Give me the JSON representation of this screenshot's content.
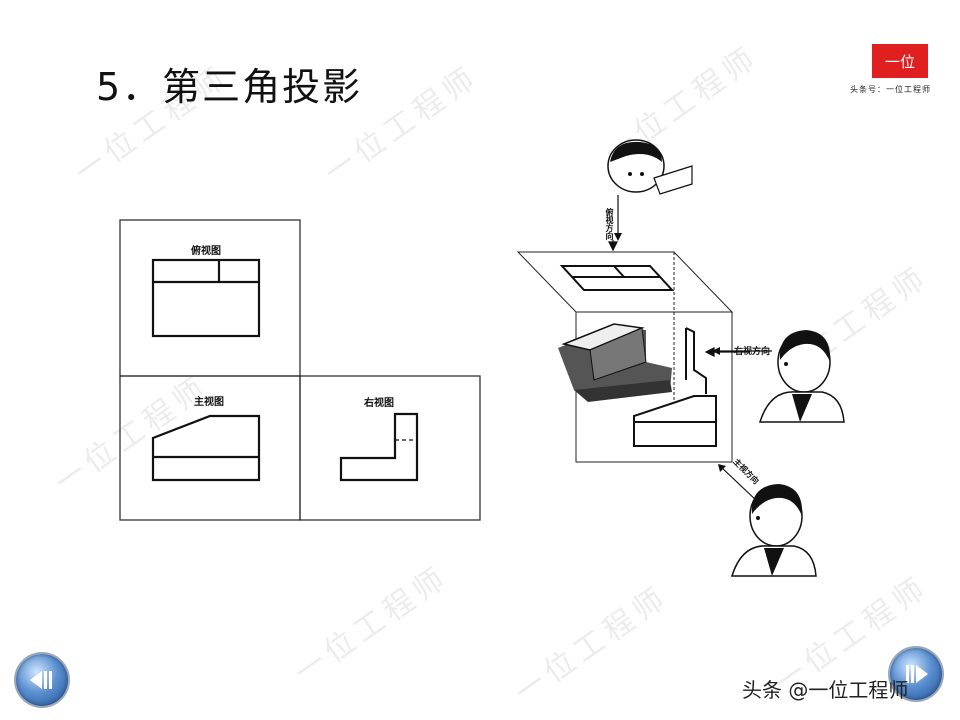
{
  "title": "5．第三角投影",
  "logo": {
    "text": "一位",
    "subtitle": "头条号：一位工程师",
    "color": "#e02020"
  },
  "views": {
    "top": "俯视图",
    "front": "主视图",
    "right": "右视图"
  },
  "directions": {
    "top": "俯视方向",
    "right": "右视方向",
    "front": "主视方向"
  },
  "watermark": "一位工程师",
  "footer": "头条 @一位工程师",
  "nav": {
    "prev_icon": "prev-icon",
    "next_icon": "next-icon"
  }
}
